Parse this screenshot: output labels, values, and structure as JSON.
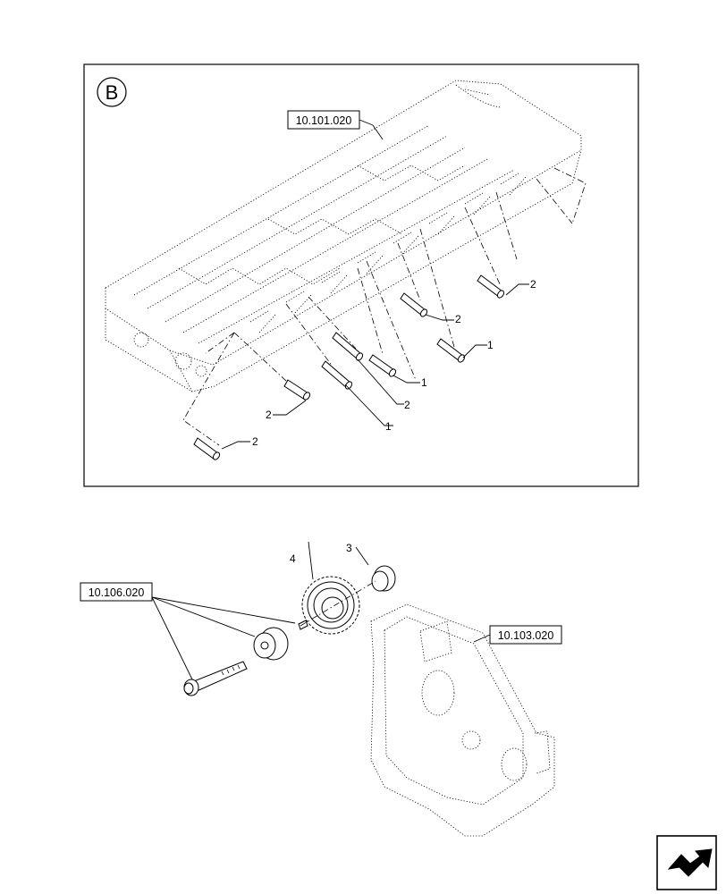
{
  "view_label": "B",
  "references": {
    "cylinder_head": "10.101.020",
    "bolt_group": "10.106.020",
    "front_cover": "10.103.020"
  },
  "callouts": {
    "stud_1": "1",
    "stud_2": "2",
    "bearing": "3",
    "gear": "4"
  }
}
